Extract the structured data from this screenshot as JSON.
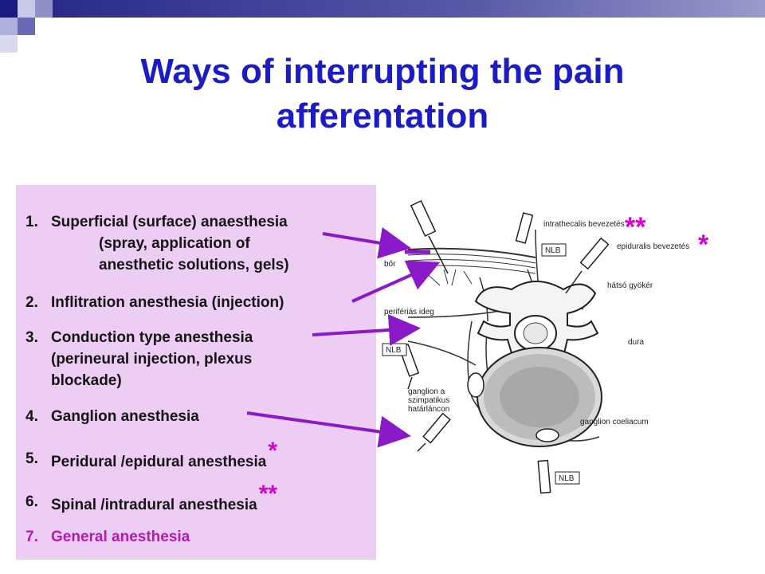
{
  "title_line1": "Ways of interrupting the pain",
  "title_line2": "afferentation",
  "items": [
    {
      "num": "1.",
      "lines": [
        "Superficial (surface) anaesthesia",
        "(spray, application of",
        "anesthetic solutions, gels)"
      ]
    },
    {
      "num": "2.",
      "text": "Inflitration anesthesia (injection)"
    },
    {
      "num": "3.",
      "lines": [
        "Conduction type anesthesia",
        "(perineural injection, plexus",
        "blockade)"
      ]
    },
    {
      "num": "4.",
      "text": "Ganglion anesthesia"
    },
    {
      "num": "5.",
      "text": "Peridural /epidural anesthesia",
      "mark": "*"
    },
    {
      "num": "6.",
      "text": "Spinal /intradural anesthesia",
      "mark": "**"
    },
    {
      "num": "7.",
      "text": "General anesthesia"
    }
  ],
  "diagram_labels": {
    "intrathecal": "intrathecalis bevezetés",
    "epidural": "epiduralis bevezetés",
    "bor": "bőr",
    "hatso": "hátsó gyökér",
    "periferias": "perifériás ideg",
    "dura": "dura",
    "ganglion_a": "ganglion a",
    "szimpatikus": "szimpatikus",
    "hatarlancon": "határláncon",
    "coeliacum": "ganglion coeliacum",
    "nlb": "NLB"
  },
  "marks": {
    "double": "**",
    "single": "*"
  },
  "colors": {
    "title": "#1c1cc4",
    "panel": "#edcdf4",
    "accent": "#d400d4",
    "arrow": "#8a1ac8"
  }
}
